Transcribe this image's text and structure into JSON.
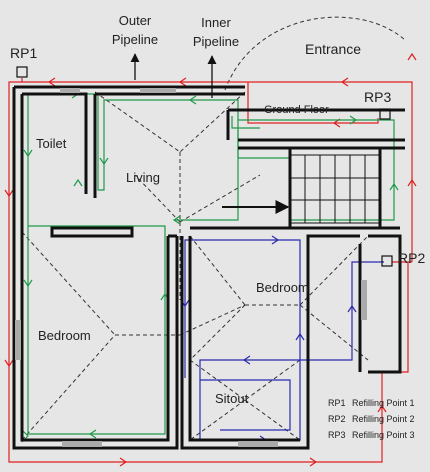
{
  "callouts": {
    "outer": [
      "Outer",
      "Pipeline"
    ],
    "inner": [
      "Inner",
      "Pipeline"
    ]
  },
  "rooms": {
    "entrance": "Entrance",
    "ground_floor": "Ground Floor",
    "toilet": "Toilet",
    "living": "Living",
    "bedroom_left": "Bedroom",
    "bedroom_right": "Bedroom",
    "sitout": "Sitout"
  },
  "refill_points": {
    "rp1": "RP1",
    "rp2": "RP2",
    "rp3": "RP3"
  },
  "legend": [
    {
      "code": "RP1",
      "desc": "Refilling Point 1"
    },
    {
      "code": "RP2",
      "desc": "Refilling Point 2"
    },
    {
      "code": "RP3",
      "desc": "Refilling Point 3"
    }
  ],
  "colors": {
    "outer_pipe": "#e02020",
    "inner_pipe_green": "#1f9a4a",
    "inner_pipe_blue": "#2a2ab0",
    "wall": "#111111",
    "background": "#e6e6e6"
  }
}
